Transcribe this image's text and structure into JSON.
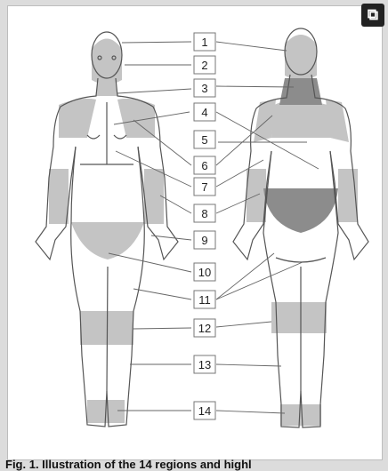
{
  "labels": [
    "1",
    "2",
    "3",
    "4",
    "5",
    "6",
    "7",
    "8",
    "9",
    "10",
    "11",
    "12",
    "13",
    "14"
  ],
  "caption": "Fig. 1. Illustration of the 14 regions and highl",
  "colors": {
    "region": "#c4c4c4",
    "dark_region": "#8c8c8c",
    "outline": "#555555",
    "line": "#666666"
  },
  "icon": "share-icon"
}
